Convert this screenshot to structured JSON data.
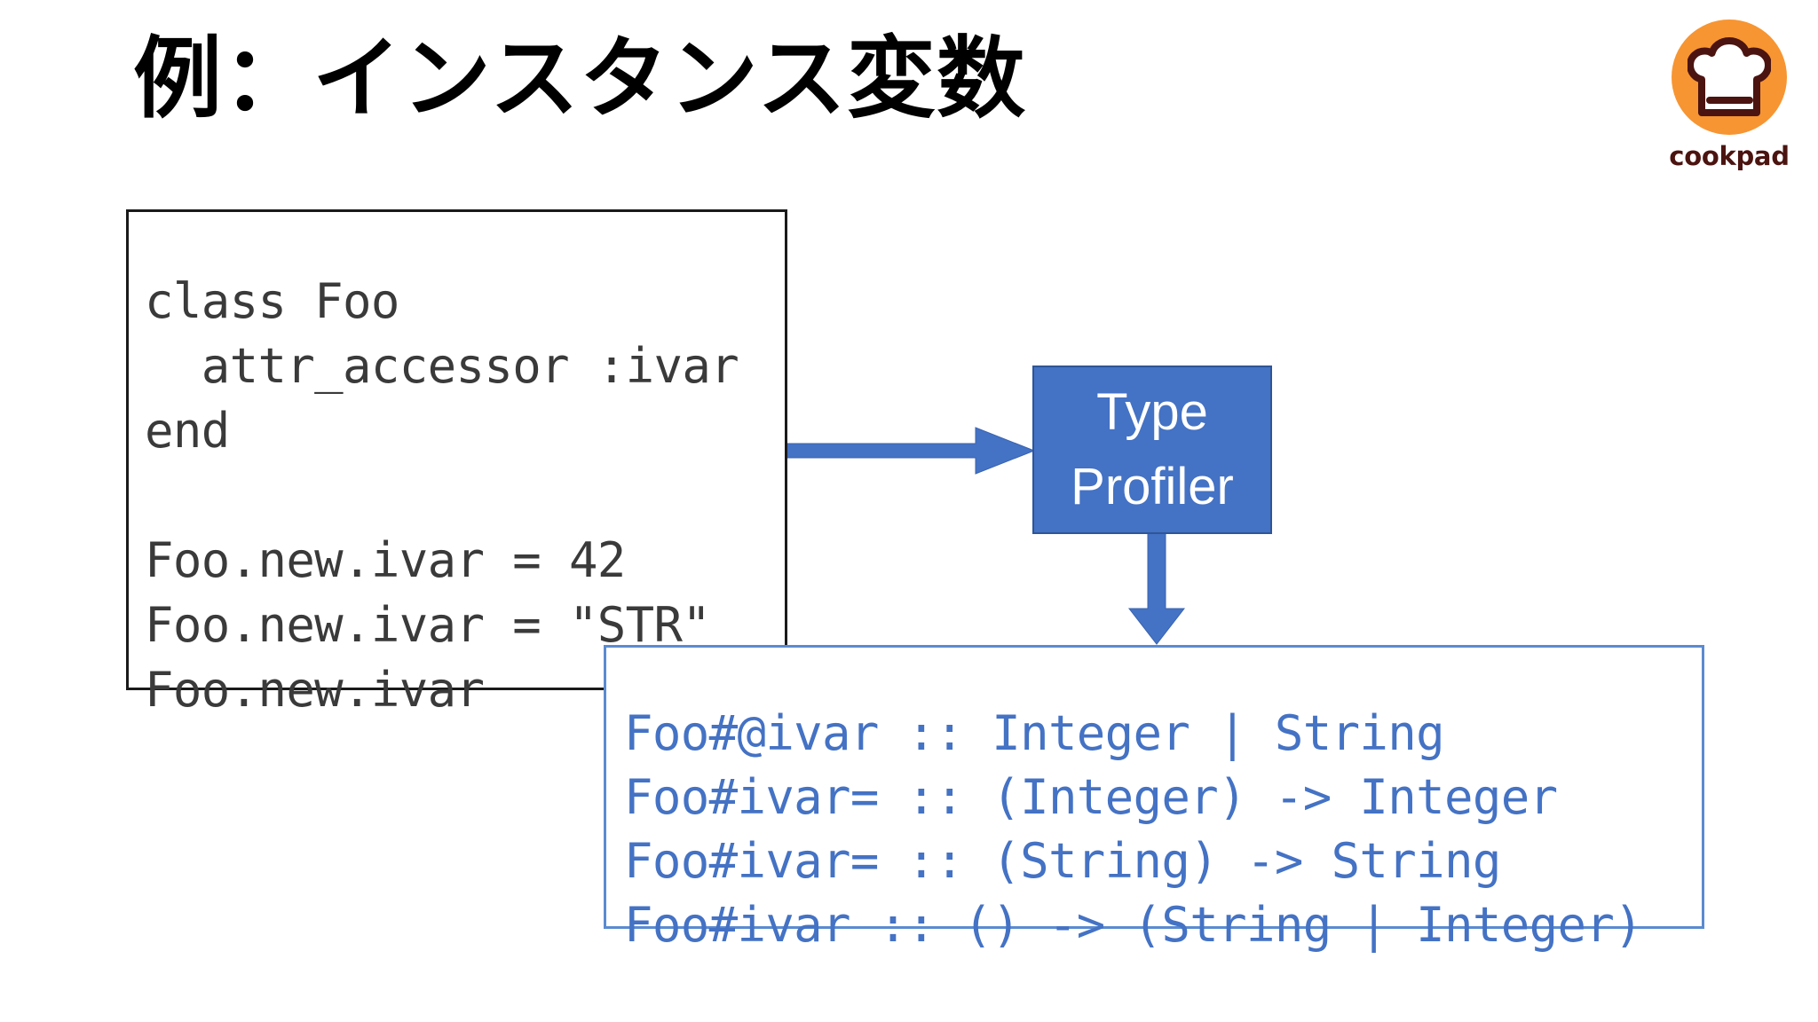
{
  "slide": {
    "title": "例：インスタンス変数",
    "background_color": "#ffffff"
  },
  "logo": {
    "name": "cookpad-logo",
    "wordmark": "cookpad",
    "circle_color": "#F79532",
    "mark_color": "#4B1410",
    "icon": "chef-hat-icon"
  },
  "code_box": {
    "name": "ruby-source-code",
    "border_color": "#1a1a1a",
    "text_color": "#3a3a3a",
    "lines": [
      "class Foo",
      "  attr_accessor :ivar",
      "end",
      "",
      "Foo.new.ivar = 42",
      "Foo.new.ivar = \"STR\"",
      "Foo.new.ivar"
    ],
    "content": "class Foo\n  attr_accessor :ivar\nend\n\nFoo.new.ivar = 42\nFoo.new.ivar = \"STR\"\nFoo.new.ivar"
  },
  "profiler": {
    "name": "type-profiler",
    "line1": "Type",
    "line2": "Profiler",
    "fill_color": "#4472C4",
    "text_color": "#ffffff"
  },
  "arrows": {
    "input_arrow": "arrow-right",
    "output_arrow": "arrow-down",
    "color": "#4472C4"
  },
  "output_box": {
    "name": "type-profiler-output",
    "border_color": "#5B8BD0",
    "text_color": "#4472C4",
    "lines": [
      "Foo#@ivar :: Integer | String",
      "Foo#ivar= :: (Integer) -> Integer",
      "Foo#ivar= :: (String) -> String",
      "Foo#ivar :: () -> (String | Integer)"
    ],
    "content": "Foo#@ivar :: Integer | String\nFoo#ivar= :: (Integer) -> Integer\nFoo#ivar= :: (String) -> String\nFoo#ivar :: () -> (String | Integer)"
  }
}
